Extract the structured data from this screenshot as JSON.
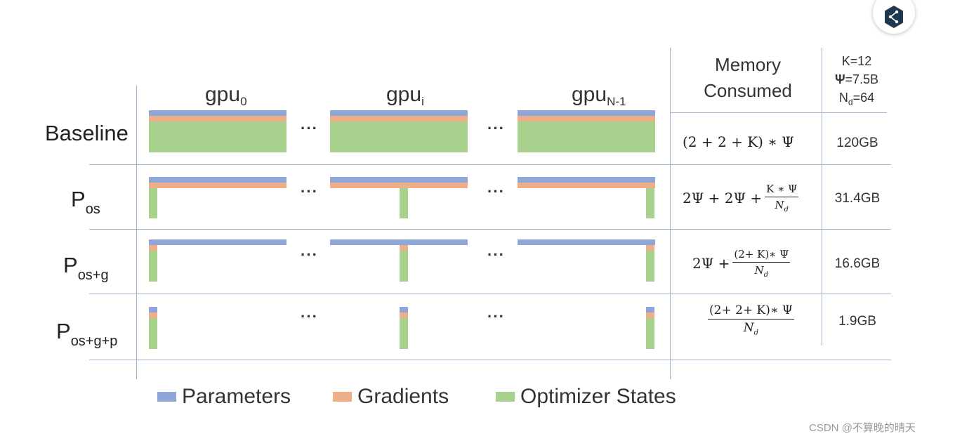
{
  "columns": {
    "gpu0": {
      "base": "gpu",
      "sub": "0"
    },
    "gpui": {
      "base": "gpu",
      "sub": "i"
    },
    "gpuN": {
      "base": "gpu",
      "sub": "N-1"
    },
    "ellipsis": "···"
  },
  "header": {
    "memory_line1": "Memory",
    "memory_line2": "Consumed",
    "cfg_k": "K=12",
    "cfg_psi_sym": "Ψ",
    "cfg_psi_val": "=7.5B",
    "cfg_nd_base": "N",
    "cfg_nd_sub": "d",
    "cfg_nd_val": "=64"
  },
  "rows": [
    {
      "label": "Baseline",
      "label_sub": "",
      "memory": "120GB"
    },
    {
      "label": "P",
      "label_sub": "os",
      "memory": "31.4GB"
    },
    {
      "label": "P",
      "label_sub": "os+g",
      "memory": "16.6GB"
    },
    {
      "label": "P",
      "label_sub": "os+g+p",
      "memory": "1.9GB"
    }
  ],
  "formulas": {
    "baseline": "(2 + 2 + K) ∗ Ψ",
    "pos_prefix": "2Ψ + 2Ψ +",
    "pos_num": "K ∗ Ψ",
    "posg_prefix": "2Ψ +",
    "posg_num": "(2+ K)∗ Ψ",
    "posgp_num": "(2+ 2+ K)∗ Ψ",
    "den_base": "N",
    "den_sub": "d"
  },
  "legend": [
    {
      "label": "Parameters",
      "color": "#8ea6d8"
    },
    {
      "label": "Gradients",
      "color": "#eeae88"
    },
    {
      "label": "Optimizer States",
      "color": "#a9d18e"
    }
  ],
  "colors": {
    "parameters": "#8ea6d8",
    "gradients": "#eeae88",
    "optimizer_states": "#a9d18e",
    "grid": "#9fb4cf"
  },
  "share_icon": "share-icon",
  "watermark": "CSDN @不算晚的晴天"
}
